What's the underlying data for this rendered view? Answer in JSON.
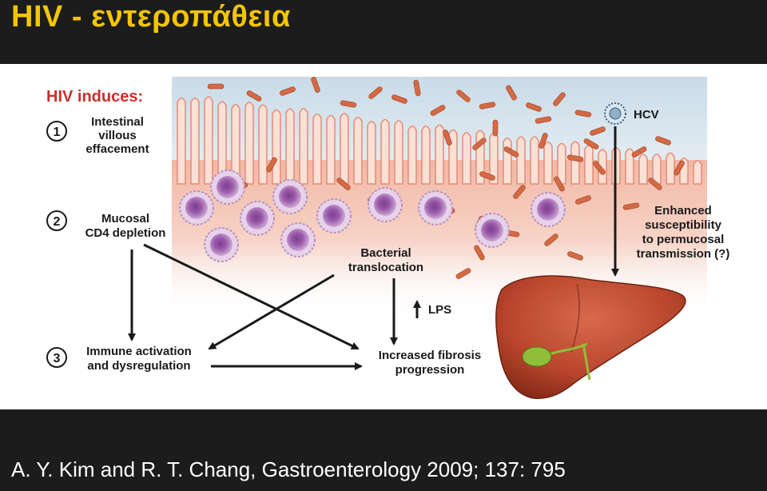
{
  "slide": {
    "title": "HIV - εντεροπάθεια",
    "citation": "A. Y. Kim and R. T. Chang, Gastroenterology 2009; 137: 795"
  },
  "diagram": {
    "heading": "HIV induces:",
    "steps": [
      {
        "number": "1",
        "lines": [
          "Intestinal",
          "villous",
          "effacement"
        ]
      },
      {
        "number": "2",
        "lines": [
          "Mucosal",
          "CD4 depletion"
        ]
      },
      {
        "number": "3",
        "lines": [
          "Immune activation",
          "and dysregulation"
        ]
      }
    ],
    "bacterial_translocation": [
      "Bacterial",
      "translocation"
    ],
    "lps": "LPS",
    "hcv": "HCV",
    "enhanced": [
      "Enhanced",
      "susceptibility",
      "to permucosal",
      "transmission (?)"
    ],
    "fibrosis": [
      "Increased fibrosis",
      "progression"
    ]
  },
  "colors": {
    "title": "#f2c500",
    "heading": "#c9302c",
    "tissue": "#f3c2b3",
    "villus": "#fbe0d6",
    "villus_edge": "#e58a75",
    "bacteria": "#d46a43",
    "cell": "#9c5aa8",
    "liver": "#b5442a"
  }
}
